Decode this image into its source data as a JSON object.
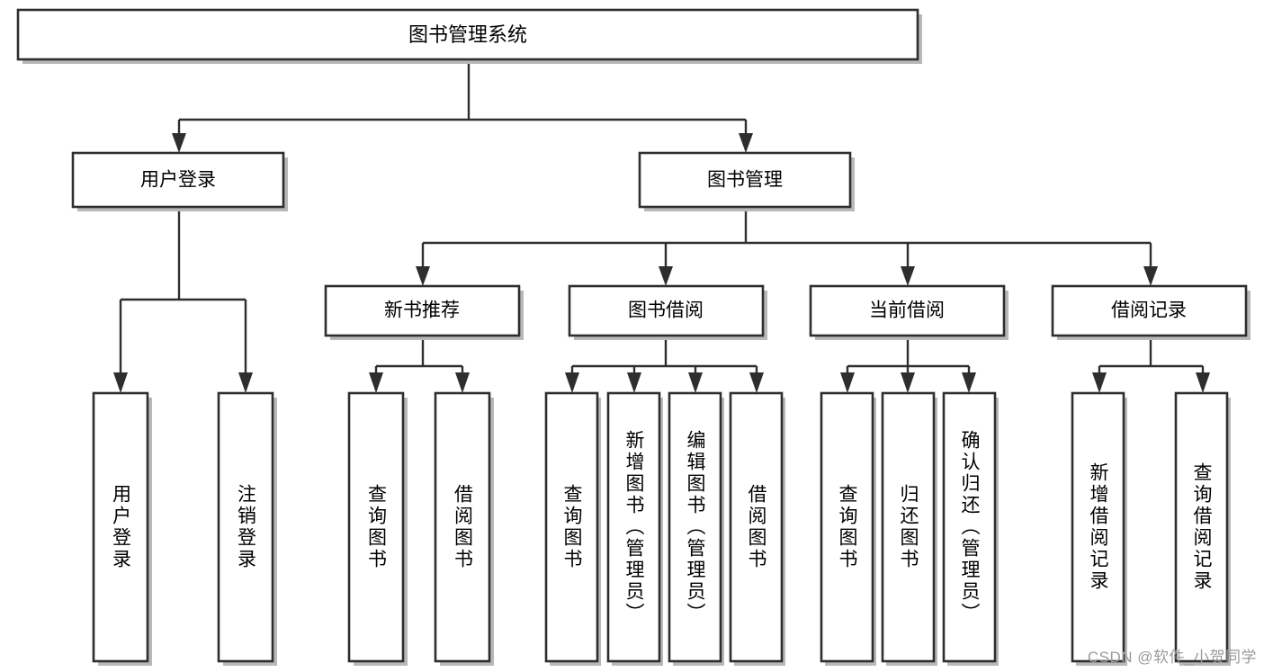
{
  "diagram": {
    "title": "图书管理系统",
    "watermark": "CSDN @软件_小贺同学",
    "type": "tree-hierarchy-chart",
    "colors": {
      "box_stroke": "#2e2e2e",
      "box_fill": "#ffffff",
      "connector": "#2e2e2e",
      "shadow": "#b8b8b8",
      "watermark_text": "#9a9a9a",
      "background": "#ffffff"
    },
    "root": {
      "label": "图书管理系统"
    },
    "level2": [
      {
        "id": "user-login",
        "label": "用户登录"
      },
      {
        "id": "book-management",
        "label": "图书管理"
      }
    ],
    "level3": [
      {
        "id": "new-book-recommend",
        "label": "新书推荐",
        "parent": "book-management"
      },
      {
        "id": "book-borrow",
        "label": "图书借阅",
        "parent": "book-management"
      },
      {
        "id": "current-borrow",
        "label": "当前借阅",
        "parent": "book-management"
      },
      {
        "id": "borrow-record",
        "label": "借阅记录",
        "parent": "book-management"
      }
    ],
    "leaves": [
      {
        "id": "leaf-user-login",
        "label": "用户登录",
        "parent": "user-login"
      },
      {
        "id": "leaf-logout-login",
        "label": "注销登录",
        "parent": "user-login"
      },
      {
        "id": "leaf-query-book-1",
        "label": "查询图书",
        "parent": "new-book-recommend"
      },
      {
        "id": "leaf-borrow-book-1",
        "label": "借阅图书",
        "parent": "new-book-recommend"
      },
      {
        "id": "leaf-query-book-2",
        "label": "查询图书",
        "parent": "book-borrow"
      },
      {
        "id": "leaf-add-book",
        "label": "新增图书（管理员）",
        "parent": "book-borrow"
      },
      {
        "id": "leaf-edit-book",
        "label": "编辑图书（管理员）",
        "parent": "book-borrow"
      },
      {
        "id": "leaf-borrow-book-2",
        "label": "借阅图书",
        "parent": "book-borrow"
      },
      {
        "id": "leaf-query-book-3",
        "label": "查询图书",
        "parent": "current-borrow"
      },
      {
        "id": "leaf-return-book",
        "label": "归还图书",
        "parent": "current-borrow"
      },
      {
        "id": "leaf-confirm-return",
        "label": "确认归还（管理员）",
        "parent": "current-borrow"
      },
      {
        "id": "leaf-add-record",
        "label": "新增借阅记录",
        "parent": "borrow-record"
      },
      {
        "id": "leaf-query-record",
        "label": "查询借阅记录",
        "parent": "borrow-record"
      }
    ]
  }
}
